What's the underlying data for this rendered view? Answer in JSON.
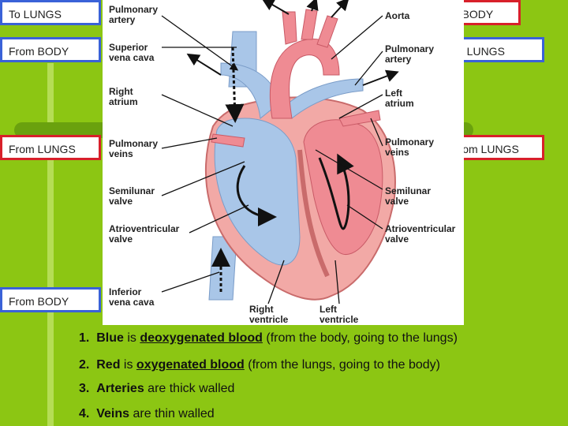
{
  "side_labels": {
    "tl1": "To LUNGS",
    "tl2": "From BODY",
    "tl3": "From LUNGS",
    "tl4": "From BODY",
    "tr1": "To BODY",
    "tr2": "To LUNGS",
    "tr3": "From LUNGS"
  },
  "figure_labels": {
    "pulmonary_artery_left": "Pulmonary\nartery",
    "superior_vena_cava": "Superior\nvena cava",
    "right_atrium": "Right\natrium",
    "pulmonary_veins_left": "Pulmonary\nveins",
    "semilunar_left": "Semilunar\nvalve",
    "av_left": "Atrioventricular\nvalve",
    "inferior_vena_cava": "Inferior\nvena cava",
    "right_ventricle": "Right\nventricle",
    "left_ventricle": "Left\nventricle",
    "aorta": "Aorta",
    "pulmonary_artery_right": "Pulmonary\nartery",
    "left_atrium": "Left\natrium",
    "pulmonary_veins_right": "Pulmonary\nveins",
    "semilunar_right": "Semilunar\nvalve",
    "av_right": "Atrioventricular\nvalve"
  },
  "notes": [
    {
      "num": "1.",
      "a": "Blue",
      "b": " is ",
      "c": "deoxygenated blood",
      "d": " (from the body, going to the lungs)"
    },
    {
      "num": "2.",
      "a": "Red",
      "b": " is ",
      "c": "oxygenated blood",
      "d": " (from the lungs, going to the body)"
    },
    {
      "num": "3.",
      "a": "Arteries",
      "b": " are thick walled",
      "c": "",
      "d": ""
    },
    {
      "num": "4.",
      "a": "Veins",
      "b": " are thin walled",
      "c": "",
      "d": ""
    }
  ],
  "colors": {
    "background": "#8cc613",
    "blue_border": "#3a62d8",
    "red_border": "#d8202a",
    "deoxygenated": "#a9c6e8",
    "oxygenated": "#ef8b93"
  }
}
